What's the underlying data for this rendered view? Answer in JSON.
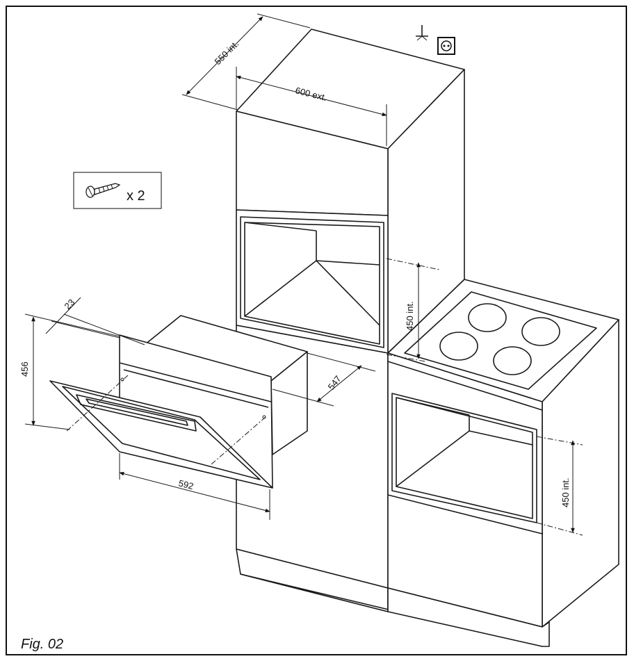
{
  "figure": {
    "caption": "Fig. 02",
    "screw_quantity": "x 2",
    "dimensions": {
      "cabinet_depth": "550 int.",
      "cabinet_width": "600 ext.",
      "upper_niche_height": "450 int.",
      "lower_niche_height": "450 int.",
      "oven_height": "456",
      "oven_width": "592",
      "oven_depth": "547",
      "front_thickness": "23"
    }
  }
}
